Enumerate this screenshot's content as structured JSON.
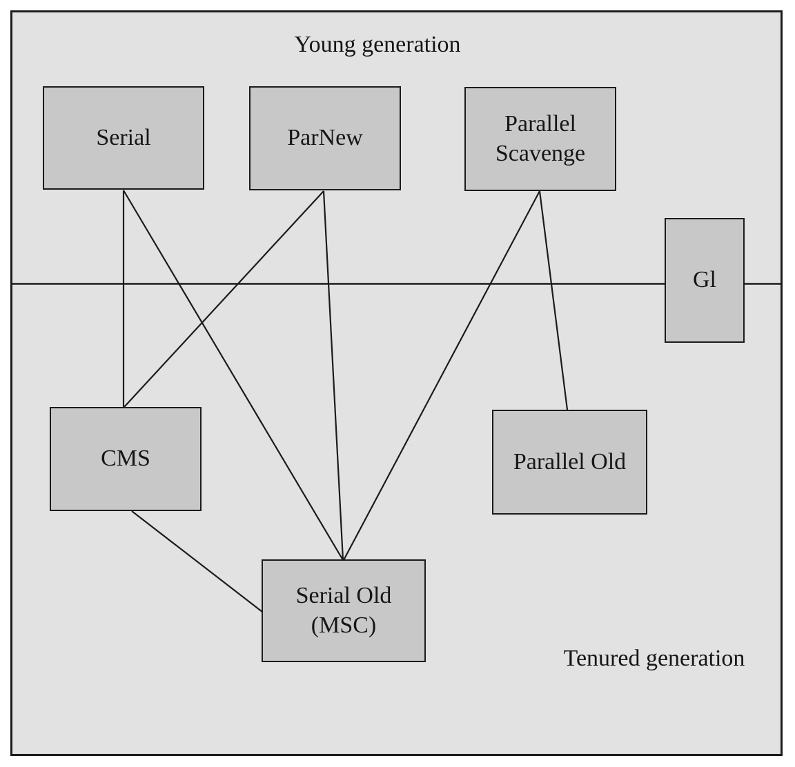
{
  "figure": {
    "regions": {
      "young": {
        "label": "Young generation"
      },
      "tenured": {
        "label": "Tenured generation"
      }
    },
    "collectors": {
      "serial": {
        "label": "Serial"
      },
      "parnew": {
        "label": "ParNew"
      },
      "parallel_scavenge": {
        "label": "Parallel\nScavenge"
      },
      "g1": {
        "label": "Gl"
      },
      "cms": {
        "label": "CMS"
      },
      "parallel_old": {
        "label": "Parallel Old"
      },
      "serial_old": {
        "label": "Serial Old\n(MSC)"
      }
    },
    "connections": [
      {
        "from": "serial",
        "to": "cms"
      },
      {
        "from": "serial",
        "to": "serial_old"
      },
      {
        "from": "parnew",
        "to": "cms"
      },
      {
        "from": "parnew",
        "to": "serial_old"
      },
      {
        "from": "parallel_scavenge",
        "to": "serial_old"
      },
      {
        "from": "parallel_scavenge",
        "to": "parallel_old"
      },
      {
        "from": "cms",
        "to": "serial_old"
      }
    ],
    "colors": {
      "canvas_background": "#ffffff",
      "frame_background": "#e2e2e2",
      "box_fill": "#c8c8c8",
      "stroke": "#1b1b1b",
      "text": "#161616"
    }
  }
}
